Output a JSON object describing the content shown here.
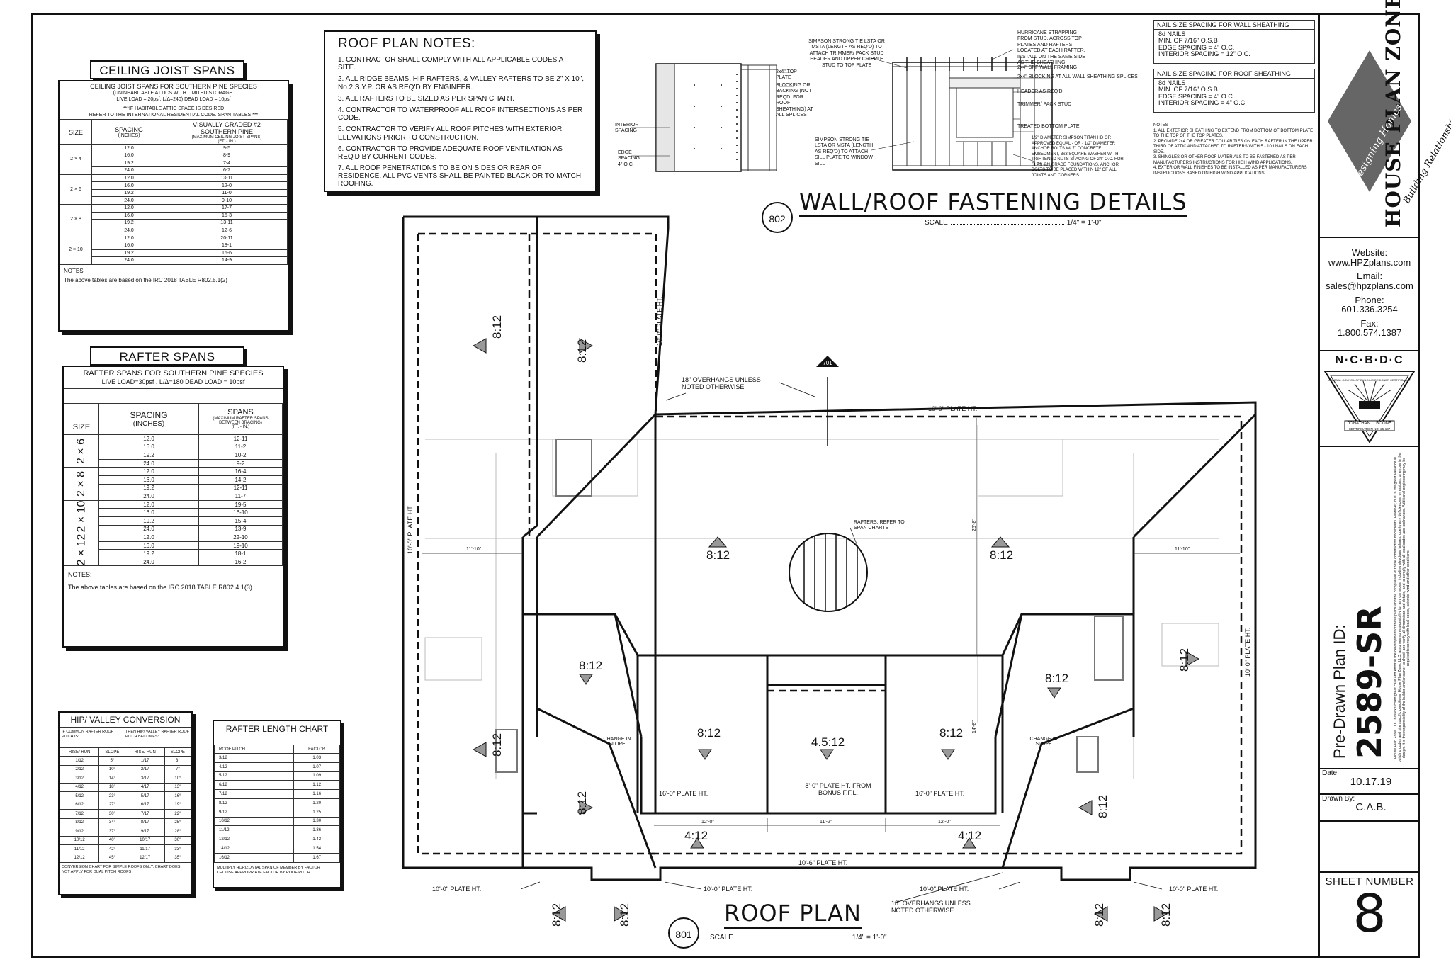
{
  "ceiling_joist": {
    "caption": "CEILING JOIST SPANS",
    "header_line1": "CEILING JOIST SPANS FOR SOUTHERN PINE SPECIES",
    "header_line2": "(UNINHABITABLE ATTICS WITH LIMITED STORAGE.",
    "header_line3": "LIVE LOAD = 20psf, L/Δ=240) DEAD LOAD = 10psf",
    "header_line4": "***IF HABITABLE ATTIC SPACE IS DESIRED",
    "header_line5": "REFER TO THE INTERNATIONAL RESIDENTIAL CODE. SPAN TABLES ***",
    "col_size": "SIZE",
    "col_spacing": "SPACING",
    "col_spacing_sub": "(INCHES)",
    "col_grade": "VISUALLY GRADED #2",
    "col_grade2": "SOUTHERN PINE",
    "col_grade_sub": "(MAXIMUM CEILING JOIST SPANS)",
    "col_grade_sub2": "(FT. - IN.)",
    "groups": [
      {
        "size": "2 × 4",
        "rows": [
          [
            "12.0",
            "9-5"
          ],
          [
            "16.0",
            "8-9"
          ],
          [
            "19.2",
            "7-4"
          ],
          [
            "24.0",
            "6-7"
          ]
        ]
      },
      {
        "size": "2 × 6",
        "rows": [
          [
            "12.0",
            "13-11"
          ],
          [
            "16.0",
            "12-0"
          ],
          [
            "19.2",
            "11-0"
          ],
          [
            "24.0",
            "9-10"
          ]
        ]
      },
      {
        "size": "2 × 8",
        "rows": [
          [
            "12.0",
            "17-7"
          ],
          [
            "16.0",
            "15-3"
          ],
          [
            "19.2",
            "13-11"
          ],
          [
            "24.0",
            "12-6"
          ]
        ]
      },
      {
        "size": "2 × 10",
        "rows": [
          [
            "12.0",
            "20-11"
          ],
          [
            "16.0",
            "18-1"
          ],
          [
            "19.2",
            "16-6"
          ],
          [
            "24.0",
            "14-9"
          ]
        ]
      }
    ],
    "notes_label": "NOTES:",
    "notes_text": "The above tables are based on the IRC 2018 TABLE R802.5.1(2)"
  },
  "rafter_spans": {
    "caption": "RAFTER SPANS",
    "header_line1": "RAFTER SPANS FOR SOUTHERN PINE SPECIES",
    "header_line2": "LIVE LOAD=30psf , L/Δ=180  DEAD LOAD = 10psf",
    "col_size": "SIZE",
    "col_spacing": "SPACING",
    "col_spacing_sub": "(INCHES)",
    "col_spans": "SPANS",
    "col_spans_sub": "(MAXIMUM RAFTER SPANS",
    "col_spans_sub2": "BETWEEN BRACING)",
    "col_spans_sub3": "(FT. - IN.)",
    "groups": [
      {
        "size": "2 × 6",
        "rows": [
          [
            "12.0",
            "12-11"
          ],
          [
            "16.0",
            "11-2"
          ],
          [
            "19.2",
            "10-2"
          ],
          [
            "24.0",
            "9-2"
          ]
        ]
      },
      {
        "size": "2 × 8",
        "rows": [
          [
            "12.0",
            "16-4"
          ],
          [
            "16.0",
            "14-2"
          ],
          [
            "19.2",
            "12-11"
          ],
          [
            "24.0",
            "11-7"
          ]
        ]
      },
      {
        "size": "2 × 10",
        "rows": [
          [
            "12.0",
            "19-5"
          ],
          [
            "16.0",
            "16-10"
          ],
          [
            "19.2",
            "15-4"
          ],
          [
            "24.0",
            "13-9"
          ]
        ]
      },
      {
        "size": "2 × 12",
        "rows": [
          [
            "12.0",
            "22-10"
          ],
          [
            "16.0",
            "19-10"
          ],
          [
            "19.2",
            "18-1"
          ],
          [
            "24.0",
            "16-2"
          ]
        ]
      }
    ],
    "notes_label": "NOTES:",
    "notes_text": "The above tables are based on the IRC 2018 TABLE R802.4.1(3)"
  },
  "hip_valley": {
    "caption": "HIP/ VALLEY CONVERSION",
    "left_head": "IF COMMON RAFTER ROOF PITCH IS:",
    "right_head": "THEN HIP/ VALLEY RAFTER ROOF PITCH BECOMES:",
    "c1": "RISE/ RUN",
    "c2": "SLOPE",
    "c3": "RISE/ RUN",
    "c4": "SLOPE",
    "rows": [
      [
        "1/12",
        "5°",
        "1/17",
        "3°"
      ],
      [
        "2/12",
        "10°",
        "2/17",
        "7°"
      ],
      [
        "3/12",
        "14°",
        "3/17",
        "10°"
      ],
      [
        "4/12",
        "18°",
        "4/17",
        "13°"
      ],
      [
        "5/12",
        "23°",
        "5/17",
        "16°"
      ],
      [
        "6/12",
        "27°",
        "6/17",
        "19°"
      ],
      [
        "7/12",
        "30°",
        "7/17",
        "22°"
      ],
      [
        "8/12",
        "34°",
        "8/17",
        "25°"
      ],
      [
        "9/12",
        "37°",
        "9/17",
        "28°"
      ],
      [
        "10/12",
        "40°",
        "10/17",
        "30°"
      ],
      [
        "11/12",
        "42°",
        "11/17",
        "33°"
      ],
      [
        "12/12",
        "45°",
        "12/17",
        "35°"
      ]
    ],
    "footer": "CONVERSION CHART FOR SIMPLE ROOFS ONLY. CHART DOES NOT APPLY FOR DUAL PITCH ROOFS"
  },
  "rafter_length": {
    "caption": "RAFTER LENGTH CHART",
    "c1": "ROOF PITCH",
    "c2": "FACTOR",
    "rows": [
      [
        "3/12",
        "1.03"
      ],
      [
        "4/12",
        "1.07"
      ],
      [
        "5/12",
        "1.09"
      ],
      [
        "6/12",
        "1.12"
      ],
      [
        "7/12",
        "1.16"
      ],
      [
        "8/12",
        "1.20"
      ],
      [
        "9/12",
        "1.25"
      ],
      [
        "10/12",
        "1.30"
      ],
      [
        "11/12",
        "1.36"
      ],
      [
        "12/12",
        "1.42"
      ],
      [
        "14/12",
        "1.54"
      ],
      [
        "16/12",
        "1.67"
      ]
    ],
    "footer": "MULTIPLY HORIZONTAL SPAN OF MEMBER BY FACTOR CHOOSE APPROPRIATE FACTOR BY ROOF PITCH"
  },
  "roof_notes": {
    "title": "ROOF PLAN NOTES:",
    "items": [
      "1.  CONTRACTOR SHALL COMPLY WITH ALL APPLICABLE CODES AT SITE.",
      "2.  ALL RIDGE BEAMS, HIP RAFTERS, & VALLEY RAFTERS TO BE 2\" X 10\", No.2  S.Y.P.  OR AS REQ'D BY ENGINEER.",
      "3.  ALL RAFTERS TO BE SIZED AS PER SPAN CHART.",
      "4.  CONTRACTOR TO WATERPROOF ALL ROOF INTERSECTIONS AS PER CODE.",
      "5.  CONTRACTOR TO VERIFY ALL ROOF PITCHES WITH EXTERIOR ELEVATIONS PRIOR TO CONSTRUCTION.",
      "6.  CONTRACTOR TO PROVIDE ADEQUATE ROOF VENTILATION AS REQ'D BY CURRENT CODES.",
      "7.  ALL ROOF PENETRATIONS TO BE ON SIDES OR REAR OF RESIDENCE. ALL PVC VENTS SHALL BE PAINTED BLACK OR TO MATCH ROOFING."
    ]
  },
  "fastening": {
    "number": "802",
    "title": "WALL/ROOF FASTENING DETAILS",
    "scale_label": "SCALE",
    "scale_value": "1/4\" = 1'-0\"",
    "labels": {
      "top_plate": "2x4\" TOP PLATE",
      "blocking": "BLOCKING OR BACKING (NOT REQD. FOR ROOF SHEATHING) AT ALL SPLICES",
      "interior_spacing": "INTERIOR SPACING",
      "edge_spacing": "EDGE SPACING 4\" O.C.",
      "simpson1": "SIMPSON STRONG TIE LSTA OR MSTA (LENGTH AS REQ'D) TO ATTACH TRIMMER/ PACK STUD HEADER AND UPPER CRIPPLE STUD TO TOP PLATE",
      "hurricane": "HURRICANE STRAPPING FROM STUD, ACROSS TOP PLATES AND RAFTERS LOCATED AT EACH RAFTER. INSTALL ON THE SAME SIDE AS THE SHEATHING",
      "spf_framing": "2x4\" SPF WALL FRAMING",
      "blocking2": "2x4\" BLOCKING AT ALL WALL SHEATHING SPLICES",
      "header": "HEADER AS REQ'D",
      "trimmer": "TRIMMER/ PACK STUD",
      "treated": "TREATED BOTTOM PLATE",
      "simpson2": "SIMPSON STRONG TIE LSTA OR MSTA (LENGTH AS REQ'D) TO ATTACH SILL PLATE TO WINDOW SILL",
      "anchor": "1/2\" DIAMETER SIMPSON TITAN HD OR APPROVED EQUAL - OR - 1/2\" DIAMETER ANCHOR BOLTS W/ 7\" CONCRETE EMBEDMENT, 3x3 SQUARE WASHER WITH TIGHTENED NUTS SPACING OF 24\" O.C. FOR SLAB ON GRADE FOUNDATIONS. ANCHOR BOLTS TO BE PLACED WITHIN 12\" OF ALL JOINTS AND CORNERS"
    },
    "nail_wall_title": "NAIL SIZE SPACING FOR WALL SHEATHING",
    "nail_wall_lines": [
      "8d NAILS",
      "MIN. OF 7/16\" O.S.B",
      "EDGE SPACING = 4\" O.C.",
      "INTERIOR SPACING = 12\" O.C."
    ],
    "nail_roof_title": "NAIL SIZE SPACING FOR ROOF SHEATHING",
    "nail_roof_lines": [
      "8d NAILS",
      "MIN. OF 7/16\" O.S.B.",
      "EDGE SPACING = 4\" O.C.",
      "INTERIOR SPACING = 4\" O.C."
    ],
    "notes_label": "NOTES",
    "notes": [
      "1.  ALL EXTERIOR SHEATHING TO EXTEND FROM BOTTOM OF BOTTOM PLATE TO THE TOP OF THE TOP PLATES.",
      "2.  PROVIDE 2x4 OR GREATER COLLAR TIES ON EACH RAFTER IN THE UPPER THIRD OF ATTIC AND ATTACHED TO RAFTERS WITH 5 - 10d NAILS ON EACH SIDE.",
      "3.  SHINGLES OR OTHER ROOF MATERIALS TO BE FASTENED AS PER MANUFACTURERS INSTRUCTIONS FOR HIGH WIND APPLICATIONS.",
      "4.  EXTERIOR WALL FINISHES TO BE INSTALLED AS PER MANUFACTURERS INSTRUCTIONS BASED ON HIGH WIND APPLICATIONS."
    ]
  },
  "roof_plan": {
    "number": "801",
    "title": "ROOF PLAN",
    "scale_label": "SCALE",
    "scale_value": "1/4\" = 1'-0\"",
    "overhang_top": "18\" OVERHANGS UNLESS NOTED OTHERWISE",
    "overhang_bottom": "18\" OVERHANGS UNLESS NOTED OTHERWISE",
    "section_marker": "701",
    "rafters_note": "RAFTERS, REFER TO SPAN CHARTS",
    "change_slope": "CHANGE IN SLOPE",
    "plate_10": "10'-0\" PLATE HT.",
    "plate_16": "16'-0\" PLATE HT.",
    "plate_106": "10'-6\" PLATE HT.",
    "bonus_plate": "8'-0\" PLATE HT. FROM BONUS F.F.L.",
    "dims": {
      "d1": "11'-10\"",
      "d2": "11'-10\"",
      "d3": "12'-0\"",
      "d4": "11'-2\"",
      "d5": "12'-0\"",
      "d6": "25'-8\"",
      "d7": "14'-8\""
    },
    "pitches": {
      "p812": "8:12",
      "p412": "4:12",
      "p4512": "4.5:12"
    }
  },
  "title_block": {
    "brand_tagline": "Designing Homes",
    "brand_tagline2": "Building Relationships",
    "brand_name": "HOUSE PLAN ZONE",
    "website_label": "Website:",
    "website": "www.HPZplans.com",
    "email_label": "Email:",
    "email": "sales@hpzplans.com",
    "phone_label": "Phone:",
    "phone": "601.336.3254",
    "fax_label": "Fax:",
    "fax": "1.800.574.1387",
    "ncbdc": "N·C·B·D·C",
    "ncbdc_full": "NATIONAL COUNCIL OF BUILDING DESIGNER CERTIFICATION",
    "cert_name": "JONATHAN L. BOONE",
    "cert_no": "CERTIFICATION NO. 25-137",
    "plan_id_label": "Pre-Drawn Plan ID:",
    "plan_id": "2589-SR",
    "disclaimer": "House Plan Zone, LLC. has exercised great care and effort in the development of these plans and the compilation of these construction documents. However, due to the great variance in building codes and site specific conditions, House Plan Zone, LLC. assumes no responsibility for any damages, including structural failures, due to any deficiencies, omissions, or errors in the design. It is the responsibility of the builder and/or owner to check and verify all dimensions and details, and to comply with all local codes and ordinances. Additional engineering may be required to comply with local codes, seismic, wind and other conditions.",
    "date_label": "Date:",
    "date": "10.17.19",
    "drawn_label": "Drawn By:",
    "drawn_by": "C.A.B.",
    "sheet_label": "SHEET NUMBER",
    "sheet_number": "8"
  }
}
